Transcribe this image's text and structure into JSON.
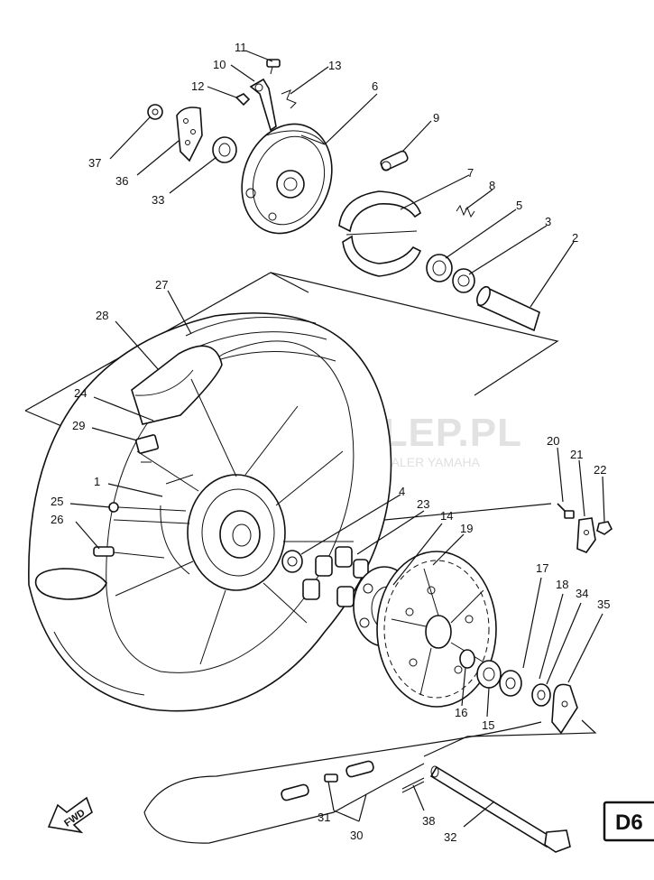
{
  "watermark": {
    "brand": "YAMASKLEP.PL",
    "tagline": "CZĘŚCI ORYGINALNE | DEALER YAMAHA",
    "badge_color": "#e35b5b"
  },
  "page_code": "D6",
  "direction_label": "FWD",
  "callouts": [
    {
      "id": "c1",
      "text": "1"
    },
    {
      "id": "c2",
      "text": "2"
    },
    {
      "id": "c3",
      "text": "3"
    },
    {
      "id": "c4",
      "text": "4"
    },
    {
      "id": "c5",
      "text": "5"
    },
    {
      "id": "c6",
      "text": "6"
    },
    {
      "id": "c7",
      "text": "7"
    },
    {
      "id": "c8",
      "text": "8"
    },
    {
      "id": "c9",
      "text": "9"
    },
    {
      "id": "c10",
      "text": "10"
    },
    {
      "id": "c11",
      "text": "11"
    },
    {
      "id": "c12",
      "text": "12"
    },
    {
      "id": "c13",
      "text": "13"
    },
    {
      "id": "c14",
      "text": "14"
    },
    {
      "id": "c15",
      "text": "15"
    },
    {
      "id": "c16",
      "text": "16"
    },
    {
      "id": "c17",
      "text": "17"
    },
    {
      "id": "c18",
      "text": "18"
    },
    {
      "id": "c19",
      "text": "19"
    },
    {
      "id": "c20",
      "text": "20"
    },
    {
      "id": "c21",
      "text": "21"
    },
    {
      "id": "c22",
      "text": "22"
    },
    {
      "id": "c23",
      "text": "23"
    },
    {
      "id": "c24",
      "text": "24"
    },
    {
      "id": "c25",
      "text": "25"
    },
    {
      "id": "c26",
      "text": "26"
    },
    {
      "id": "c27",
      "text": "27"
    },
    {
      "id": "c28",
      "text": "28"
    },
    {
      "id": "c29",
      "text": "29"
    },
    {
      "id": "c30",
      "text": "30"
    },
    {
      "id": "c31",
      "text": "31"
    },
    {
      "id": "c32",
      "text": "32"
    },
    {
      "id": "c33",
      "text": "33"
    },
    {
      "id": "c34",
      "text": "34"
    },
    {
      "id": "c35",
      "text": "35"
    },
    {
      "id": "c36",
      "text": "36"
    },
    {
      "id": "c37",
      "text": "37"
    },
    {
      "id": "c38",
      "text": "38"
    }
  ]
}
